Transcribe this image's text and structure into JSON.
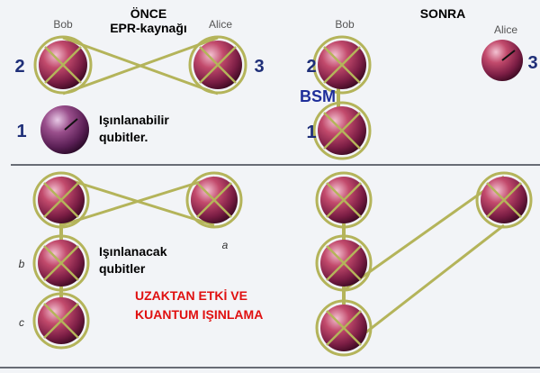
{
  "top_before": {
    "title_line1": "ÖNCE",
    "title_line2": "EPR-kaynağı",
    "bob_label": "Bob",
    "alice_label": "Alice",
    "num_2": "2",
    "num_3": "3",
    "num_1": "1",
    "note_line1": "Işınlanabilir",
    "note_line2": "qubitler."
  },
  "top_after": {
    "title": "SONRA",
    "bob_label": "Bob",
    "alice_label": "Alice",
    "num_2": "2",
    "num_3": "3",
    "num_1": "1",
    "bsm_label": "BSM"
  },
  "bottom_left": {
    "label_a": "a",
    "label_b": "b",
    "label_c": "c",
    "note_line1": "Işınlanacak",
    "note_line2": "qubitler"
  },
  "caption": {
    "line1": "UZAKTAN ETKİ VE",
    "line2": "KUANTUM IŞINLAMA"
  },
  "colors": {
    "background": "#f2f4f7",
    "link": "#b4b45a",
    "sphere_main": "#b83a5a",
    "sphere_dark": "#5a1030",
    "label_blue": "#1f2f78",
    "caption_red": "#e01010"
  }
}
